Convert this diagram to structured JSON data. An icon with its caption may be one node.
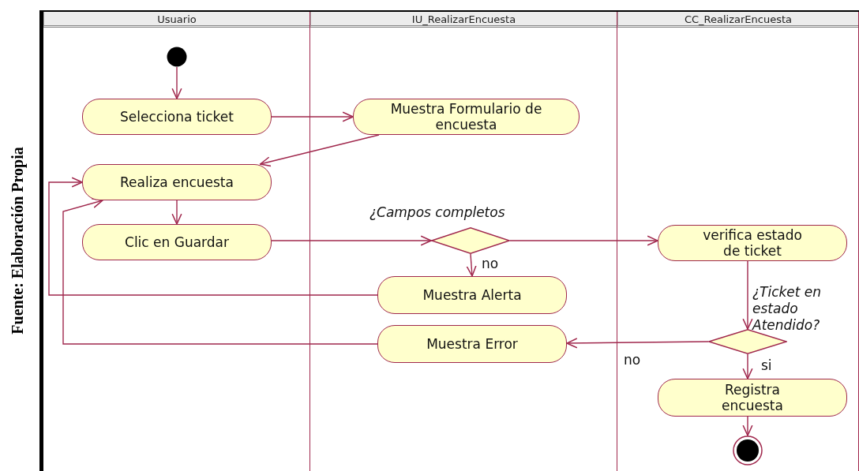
{
  "diagram": {
    "caption": "Fuente: Elaboración Propia",
    "nodes": [
      {
        "text": [
          "Usuario"
        ]
      },
      {
        "text": [
          "IU_RealizarEncuesta"
        ]
      },
      {
        "text": [
          "CC_RealizarEncuesta"
        ]
      },
      {
        "text": [],
        "shape": "circle",
        "in": 0
      },
      {
        "text": [
          "Selecciona ticket"
        ],
        "in": 0
      },
      {
        "text": [
          "Muestra Formulario de encuesta"
        ],
        "in": 1
      },
      {
        "text": [
          "Realiza encuesta"
        ],
        "in": 0
      },
      {
        "text": [
          "Clic en Guardar"
        ],
        "in": 0
      },
      {
        "text": [],
        "shape": "diamond",
        "in": 1,
        "beside": [
          "¿Campos completos"
        ]
      },
      {
        "text": [
          "Muestra Alerta"
        ],
        "in": 1
      },
      {
        "text": [
          "Muestra Error"
        ],
        "in": 1
      },
      {
        "text": [
          "verifica estado de ticket"
        ],
        "in": 2
      },
      {
        "text": [],
        "shape": "diamond",
        "in": 2,
        "beside": [
          "¿Ticket en estado Atendido?"
        ]
      },
      {
        "text": [
          "Registra encuesta"
        ],
        "in": 2
      },
      {
        "text": [],
        "shape": "bullseye",
        "in": 2
      }
    ],
    "edges": [
      {
        "from": 3,
        "to": 4,
        "arrow": "to"
      },
      {
        "from": 4,
        "to": 5,
        "arrow": "to"
      },
      {
        "from": 5,
        "to": 6,
        "arrow": "to"
      },
      {
        "from": 6,
        "to": 7,
        "arrow": "to"
      },
      {
        "from": 7,
        "to": 8,
        "arrow": "to"
      },
      {
        "from": 8,
        "to": 9,
        "arrow": "to",
        "label": "no"
      },
      {
        "from": 8,
        "to": 11,
        "arrow": "to"
      },
      {
        "from": 9,
        "to": 6,
        "arrow": "to"
      },
      {
        "from": 10,
        "to": 6,
        "arrow": "to"
      },
      {
        "from": 11,
        "to": 12,
        "arrow": "to"
      },
      {
        "from": 12,
        "to": 10,
        "arrow": "to",
        "label": "no"
      },
      {
        "from": 12,
        "to": 13,
        "arrow": "to",
        "label": "si"
      },
      {
        "from": 13,
        "to": 14,
        "arrow": "to"
      }
    ]
  }
}
